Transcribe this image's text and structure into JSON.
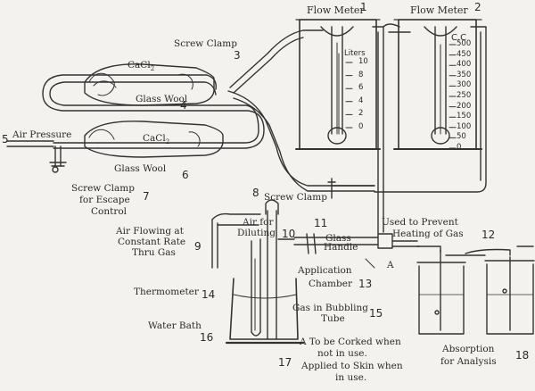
{
  "labels": {
    "flow_meter_1": "Flow Meter",
    "flow_meter_2": "Flow Meter",
    "screw_clamp_top": "Screw Clamp",
    "cacl2_top": "CaCl",
    "cacl2_top_sub": "2",
    "glass_wool_top": "Glass Wool",
    "air_pressure": "Air Pressure",
    "cacl2_bottom": "CaCl",
    "cacl2_bottom_sub": "2",
    "glass_wool_bottom": "Glass Wool",
    "screw_clamp_escape_1": "Screw Clamp",
    "screw_clamp_escape_2": "for Escape",
    "screw_clamp_escape_3": "Control",
    "screw_clamp_mid": "Screw Clamp",
    "air_flowing_1": "Air Flowing at",
    "air_flowing_2": "Constant Rate",
    "air_flowing_3": "Thru Gas",
    "air_diluting_1": "Air for",
    "air_diluting_2": "Diluting",
    "glass_handle_1": "Glass",
    "glass_handle_2": "Handle",
    "used_prevent_1": "Used to Prevent",
    "used_prevent_2": "Heating of Gas",
    "point_a_right": "A",
    "application_1": "Application",
    "application_2": "Chamber",
    "thermometer": "Thermometer",
    "gas_bubbling_1": "Gas in Bubbling",
    "gas_bubbling_2": "Tube",
    "water_bath": "Water Bath",
    "corked_1": "A To be Corked when",
    "corked_2": "not in use.",
    "corked_3": "Applied to Skin when",
    "corked_4": "in use.",
    "absorption_1": "Absorption",
    "absorption_2": "for Analysis",
    "meter1_unit": "Liters",
    "meter2_unit": "C.C"
  },
  "numbers": {
    "n1": "1",
    "n2": "2",
    "n3": "3",
    "n4": "4",
    "n5": "5",
    "n6": "6",
    "n7": "7",
    "n8": "8",
    "n9": "9",
    "n10": "10",
    "n11": "11",
    "n12": "12",
    "n13": "13",
    "n14": "14",
    "n15": "15",
    "n16": "16",
    "n17": "17",
    "n18": "18"
  },
  "meter1_ticks": [
    "10",
    "8",
    "6",
    "4",
    "2",
    "0"
  ],
  "meter2_ticks": [
    "500",
    "450",
    "400",
    "350",
    "300",
    "250",
    "200",
    "150",
    "100",
    "50",
    "0"
  ]
}
